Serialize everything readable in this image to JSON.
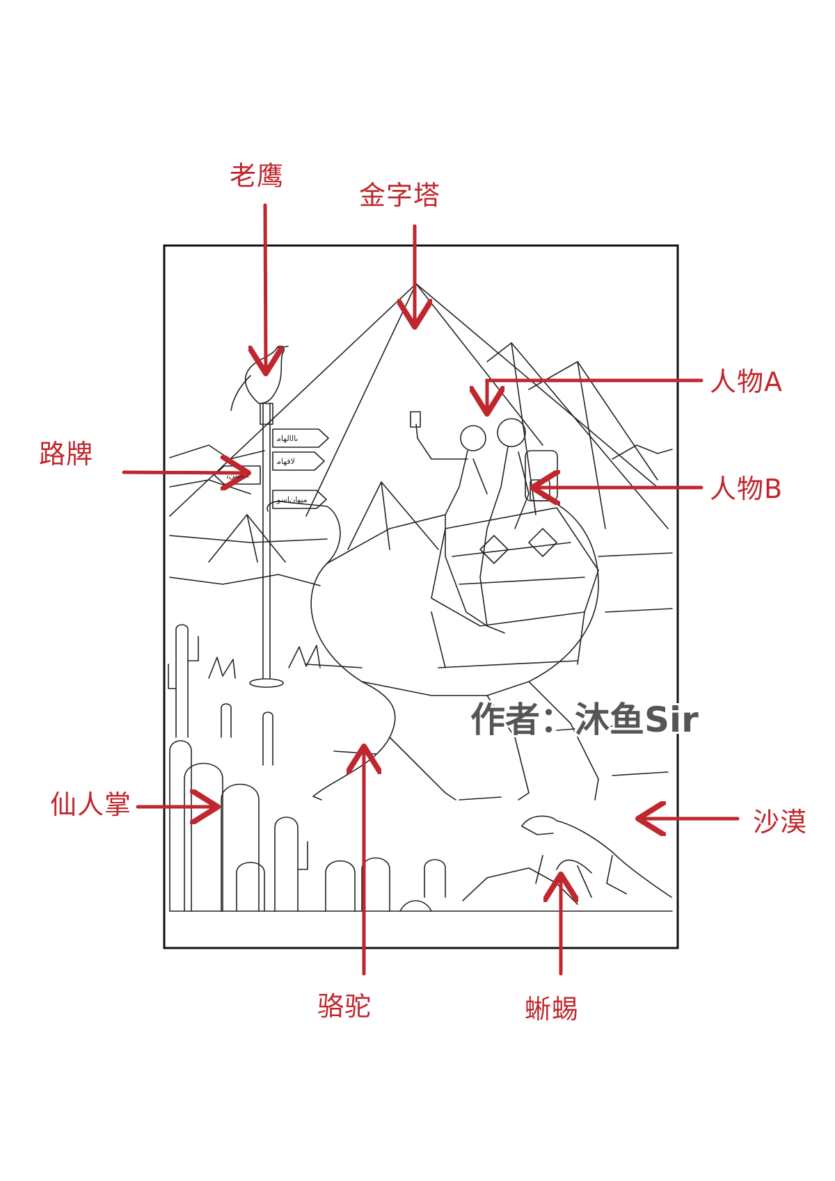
{
  "labels": {
    "eagle": "老鹰",
    "pyramid": "金字塔",
    "signpost": "路牌",
    "person_a": "人物A",
    "person_b": "人物B",
    "cactus": "仙人掌",
    "desert": "沙漠",
    "camel": "骆驼",
    "lizard": "蜥蜴"
  },
  "watermark": "作者：沐鱼Sir",
  "signs": [
    "ىاﻟاﻟﻬﺎﻣ",
    "ﻟﺎﻓﻬﺎﻣ",
    "ﺐﺳﻦﻳ",
    "ﻣﻴﻬﺍﻥﺎﺳﻮ"
  ],
  "colors": {
    "annotation": "#c0262d",
    "line_art": "#222222",
    "frame": "#111111",
    "watermark": "#555555"
  }
}
